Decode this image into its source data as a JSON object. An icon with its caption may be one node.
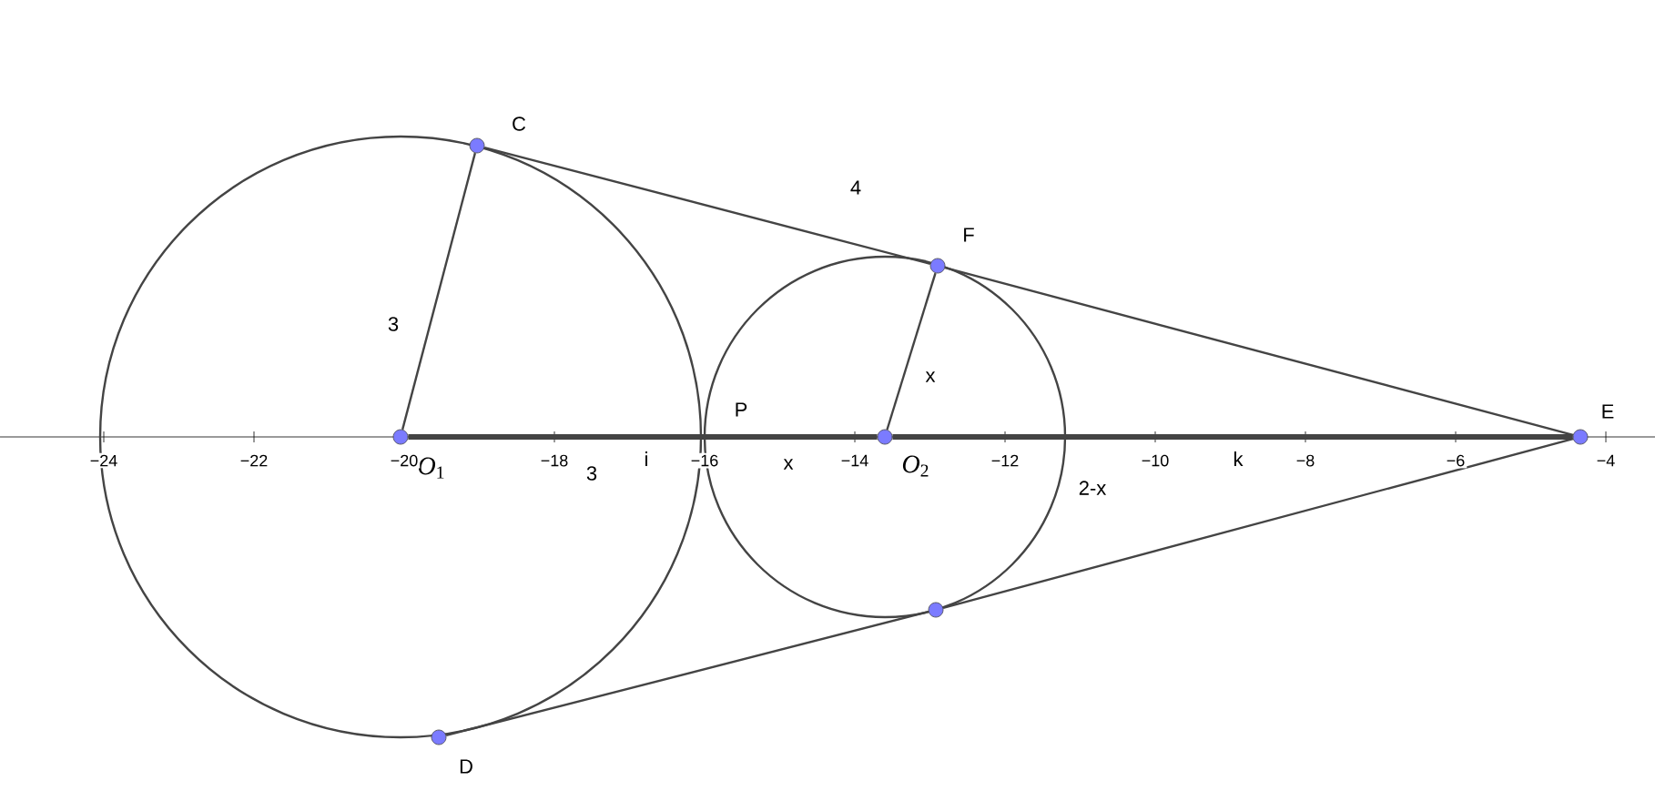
{
  "diagram": {
    "nodes": [
      {
        "text": [
          "C"
        ]
      },
      {
        "text": [
          "F"
        ]
      },
      {
        "text": [
          "E"
        ]
      },
      {
        "text": [
          "D"
        ]
      },
      {
        "text": [],
        "shape": "circle"
      },
      {
        "text": [
          "*O*$_{1}$"
        ]
      },
      {
        "text": [
          "*O*$_{2}$"
        ]
      }
    ],
    "edges": [
      {
        "from": 5,
        "to": 0,
        "arrow": "none",
        "label": "3"
      },
      {
        "from": 6,
        "to": 1,
        "arrow": "none",
        "label": "x"
      },
      {
        "from": 0,
        "to": 1,
        "arrow": "none",
        "label": "4"
      },
      {
        "from": 1,
        "to": 2,
        "arrow": "none"
      },
      {
        "from": 3,
        "to": 4,
        "arrow": "none"
      },
      {
        "from": 4,
        "to": 2,
        "arrow": "none"
      },
      {
        "from": 5,
        "to": 6,
        "arrow": "none",
        "label": "i",
        "style": "thick"
      },
      {
        "from": 6,
        "to": 2,
        "arrow": "none",
        "label": "k",
        "style": "thick"
      }
    ],
    "labels": [
      "P",
      "3",
      "x",
      "2-x",
      "−24",
      "−22",
      "−20",
      "−18",
      "−16",
      "−14",
      "−12",
      "−10",
      "−8",
      "−6",
      "−4"
    ]
  }
}
